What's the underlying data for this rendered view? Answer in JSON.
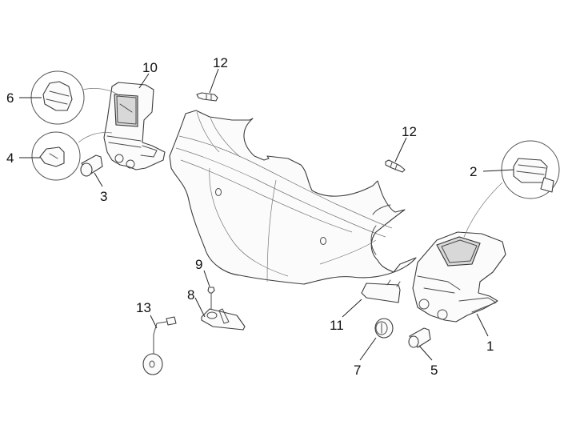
{
  "diagram": {
    "type": "exploded-parts-view",
    "subject": "handlebar switches / handlebar cover assembly",
    "callouts": {
      "p1": "1",
      "p2": "2",
      "p3": "3",
      "p4": "4",
      "p5": "5",
      "p6": "6",
      "p7": "7",
      "p8": "8",
      "p9": "9",
      "p10": "10",
      "p11": "11",
      "p12a": "12",
      "p12b": "12",
      "p13": "13"
    },
    "colors": {
      "line": "#3c3c3c",
      "background": "#ffffff",
      "label": "#111111"
    }
  }
}
